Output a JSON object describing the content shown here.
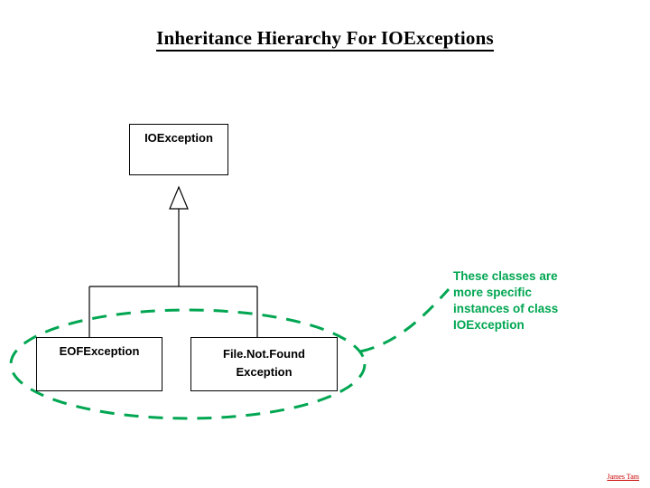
{
  "page": {
    "title": "Inheritance Hierarchy For IOExceptions",
    "background_color": "#ffffff"
  },
  "diagram": {
    "type": "uml-inheritance-hierarchy",
    "colors": {
      "box_border": "#000000",
      "box_text": "#000000",
      "connector": "#000000",
      "highlight": "#00a651",
      "credit": "#cc0000"
    },
    "nodes": [
      {
        "id": "ioexception",
        "label": "IOException",
        "role": "superclass"
      },
      {
        "id": "eofexception",
        "label": "EOFException",
        "role": "subclass"
      },
      {
        "id": "filenotfoundexception",
        "label": "File.Not.Found\nException",
        "label_line1": "File.Not.Found",
        "label_line2": "Exception",
        "role": "subclass"
      }
    ],
    "edges": [
      {
        "from": "eofexception",
        "to": "ioexception",
        "kind": "generalization"
      },
      {
        "from": "filenotfoundexception",
        "to": "ioexception",
        "kind": "generalization"
      }
    ],
    "annotation": {
      "text": "These classes are more specific instances of class IOException",
      "lines": [
        "These classes are",
        "more specific",
        "instances of class",
        "IOException"
      ],
      "color": "#00a651",
      "pointer": "dashed-green-ellipse-around-subclasses"
    },
    "highlight_shape": {
      "kind": "ellipse",
      "style": "dashed",
      "color": "#00a651"
    }
  },
  "footer": {
    "credit": "James Tam"
  }
}
